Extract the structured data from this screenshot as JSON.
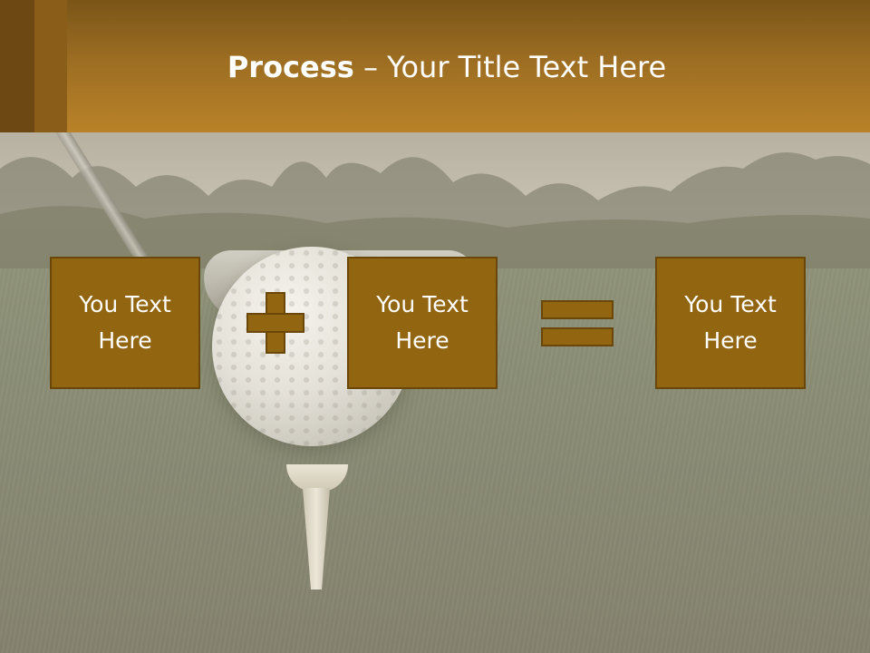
{
  "slide": {
    "title_bold": "Process",
    "title_rest": " – Your Title Text Here"
  },
  "process": {
    "step1": {
      "line1": "You Text",
      "line2": "Here"
    },
    "operator1": "plus-icon",
    "step2": {
      "line1": "You Text",
      "line2": "Here"
    },
    "operator2": "equals-icon",
    "step3": {
      "line1": "You Text",
      "line2": "Here"
    }
  },
  "colors": {
    "header": "#b98228",
    "box_fill": "#926511",
    "box_border": "#6a4708",
    "text": "#ffffff"
  }
}
